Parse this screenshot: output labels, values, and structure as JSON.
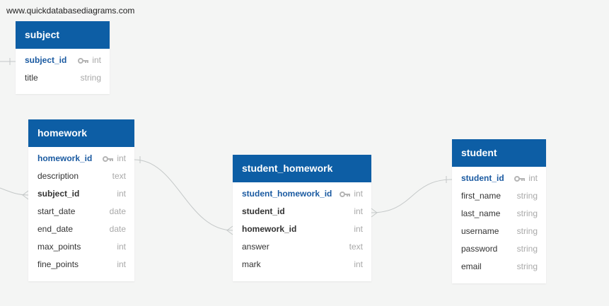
{
  "watermark": "www.quickdatabasediagrams.com",
  "tables": {
    "subject": {
      "name": "subject",
      "columns": [
        {
          "name": "subject_id",
          "type": "int"
        },
        {
          "name": "title",
          "type": "string"
        }
      ]
    },
    "homework": {
      "name": "homework",
      "columns": [
        {
          "name": "homework_id",
          "type": "int"
        },
        {
          "name": "description",
          "type": "text"
        },
        {
          "name": "subject_id",
          "type": "int"
        },
        {
          "name": "start_date",
          "type": "date"
        },
        {
          "name": "end_date",
          "type": "date"
        },
        {
          "name": "max_points",
          "type": "int"
        },
        {
          "name": "fine_points",
          "type": "int"
        }
      ]
    },
    "student_homework": {
      "name": "student_homework",
      "columns": [
        {
          "name": "student_homework_id",
          "type": "int"
        },
        {
          "name": "student_id",
          "type": "int"
        },
        {
          "name": "homework_id",
          "type": "int"
        },
        {
          "name": "answer",
          "type": "text"
        },
        {
          "name": "mark",
          "type": "int"
        }
      ]
    },
    "student": {
      "name": "student",
      "columns": [
        {
          "name": "student_id",
          "type": "int"
        },
        {
          "name": "first_name",
          "type": "string"
        },
        {
          "name": "last_name",
          "type": "string"
        },
        {
          "name": "username",
          "type": "string"
        },
        {
          "name": "password",
          "type": "string"
        },
        {
          "name": "email",
          "type": "string"
        }
      ]
    }
  },
  "colors": {
    "header": "#0d5ea5",
    "primary_key_text": "#1a5aa1",
    "type_text": "#a9a9a9",
    "link_line": "#c4c8c8",
    "background": "#f4f5f4"
  }
}
